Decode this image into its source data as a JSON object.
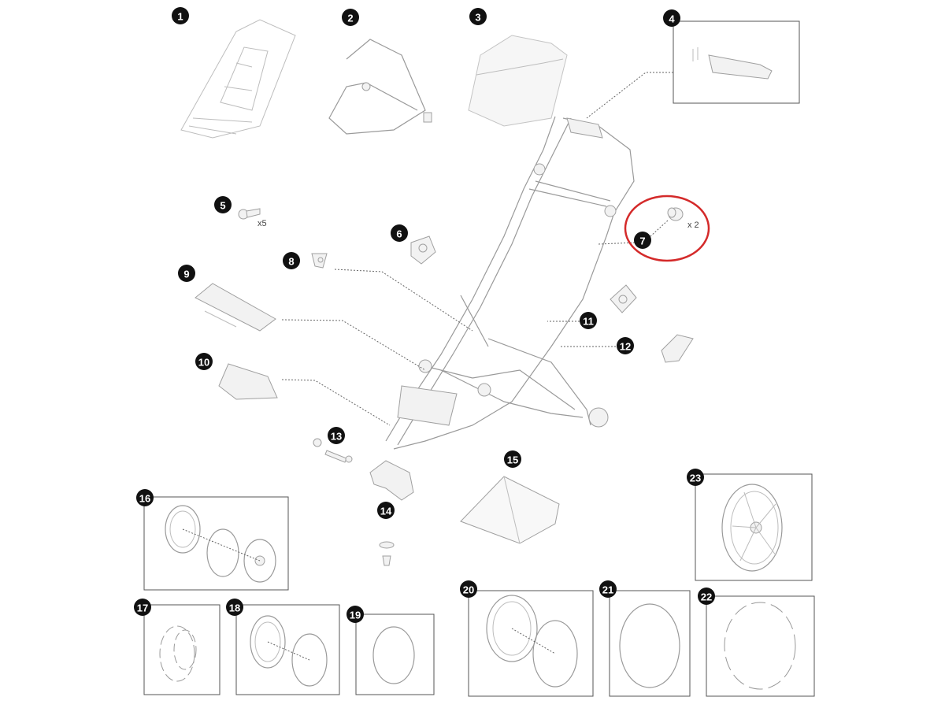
{
  "diagram": {
    "title": "Stroller spare parts exploded view",
    "highlight_color": "#d42a2a",
    "badges": [
      "1",
      "2",
      "3",
      "4",
      "5",
      "6",
      "7",
      "8",
      "9",
      "10",
      "11",
      "12",
      "13",
      "14",
      "15",
      "16",
      "17",
      "18",
      "19",
      "20",
      "21",
      "22",
      "23"
    ],
    "quantities": {
      "part5": "x5",
      "part7": "x 2"
    }
  }
}
